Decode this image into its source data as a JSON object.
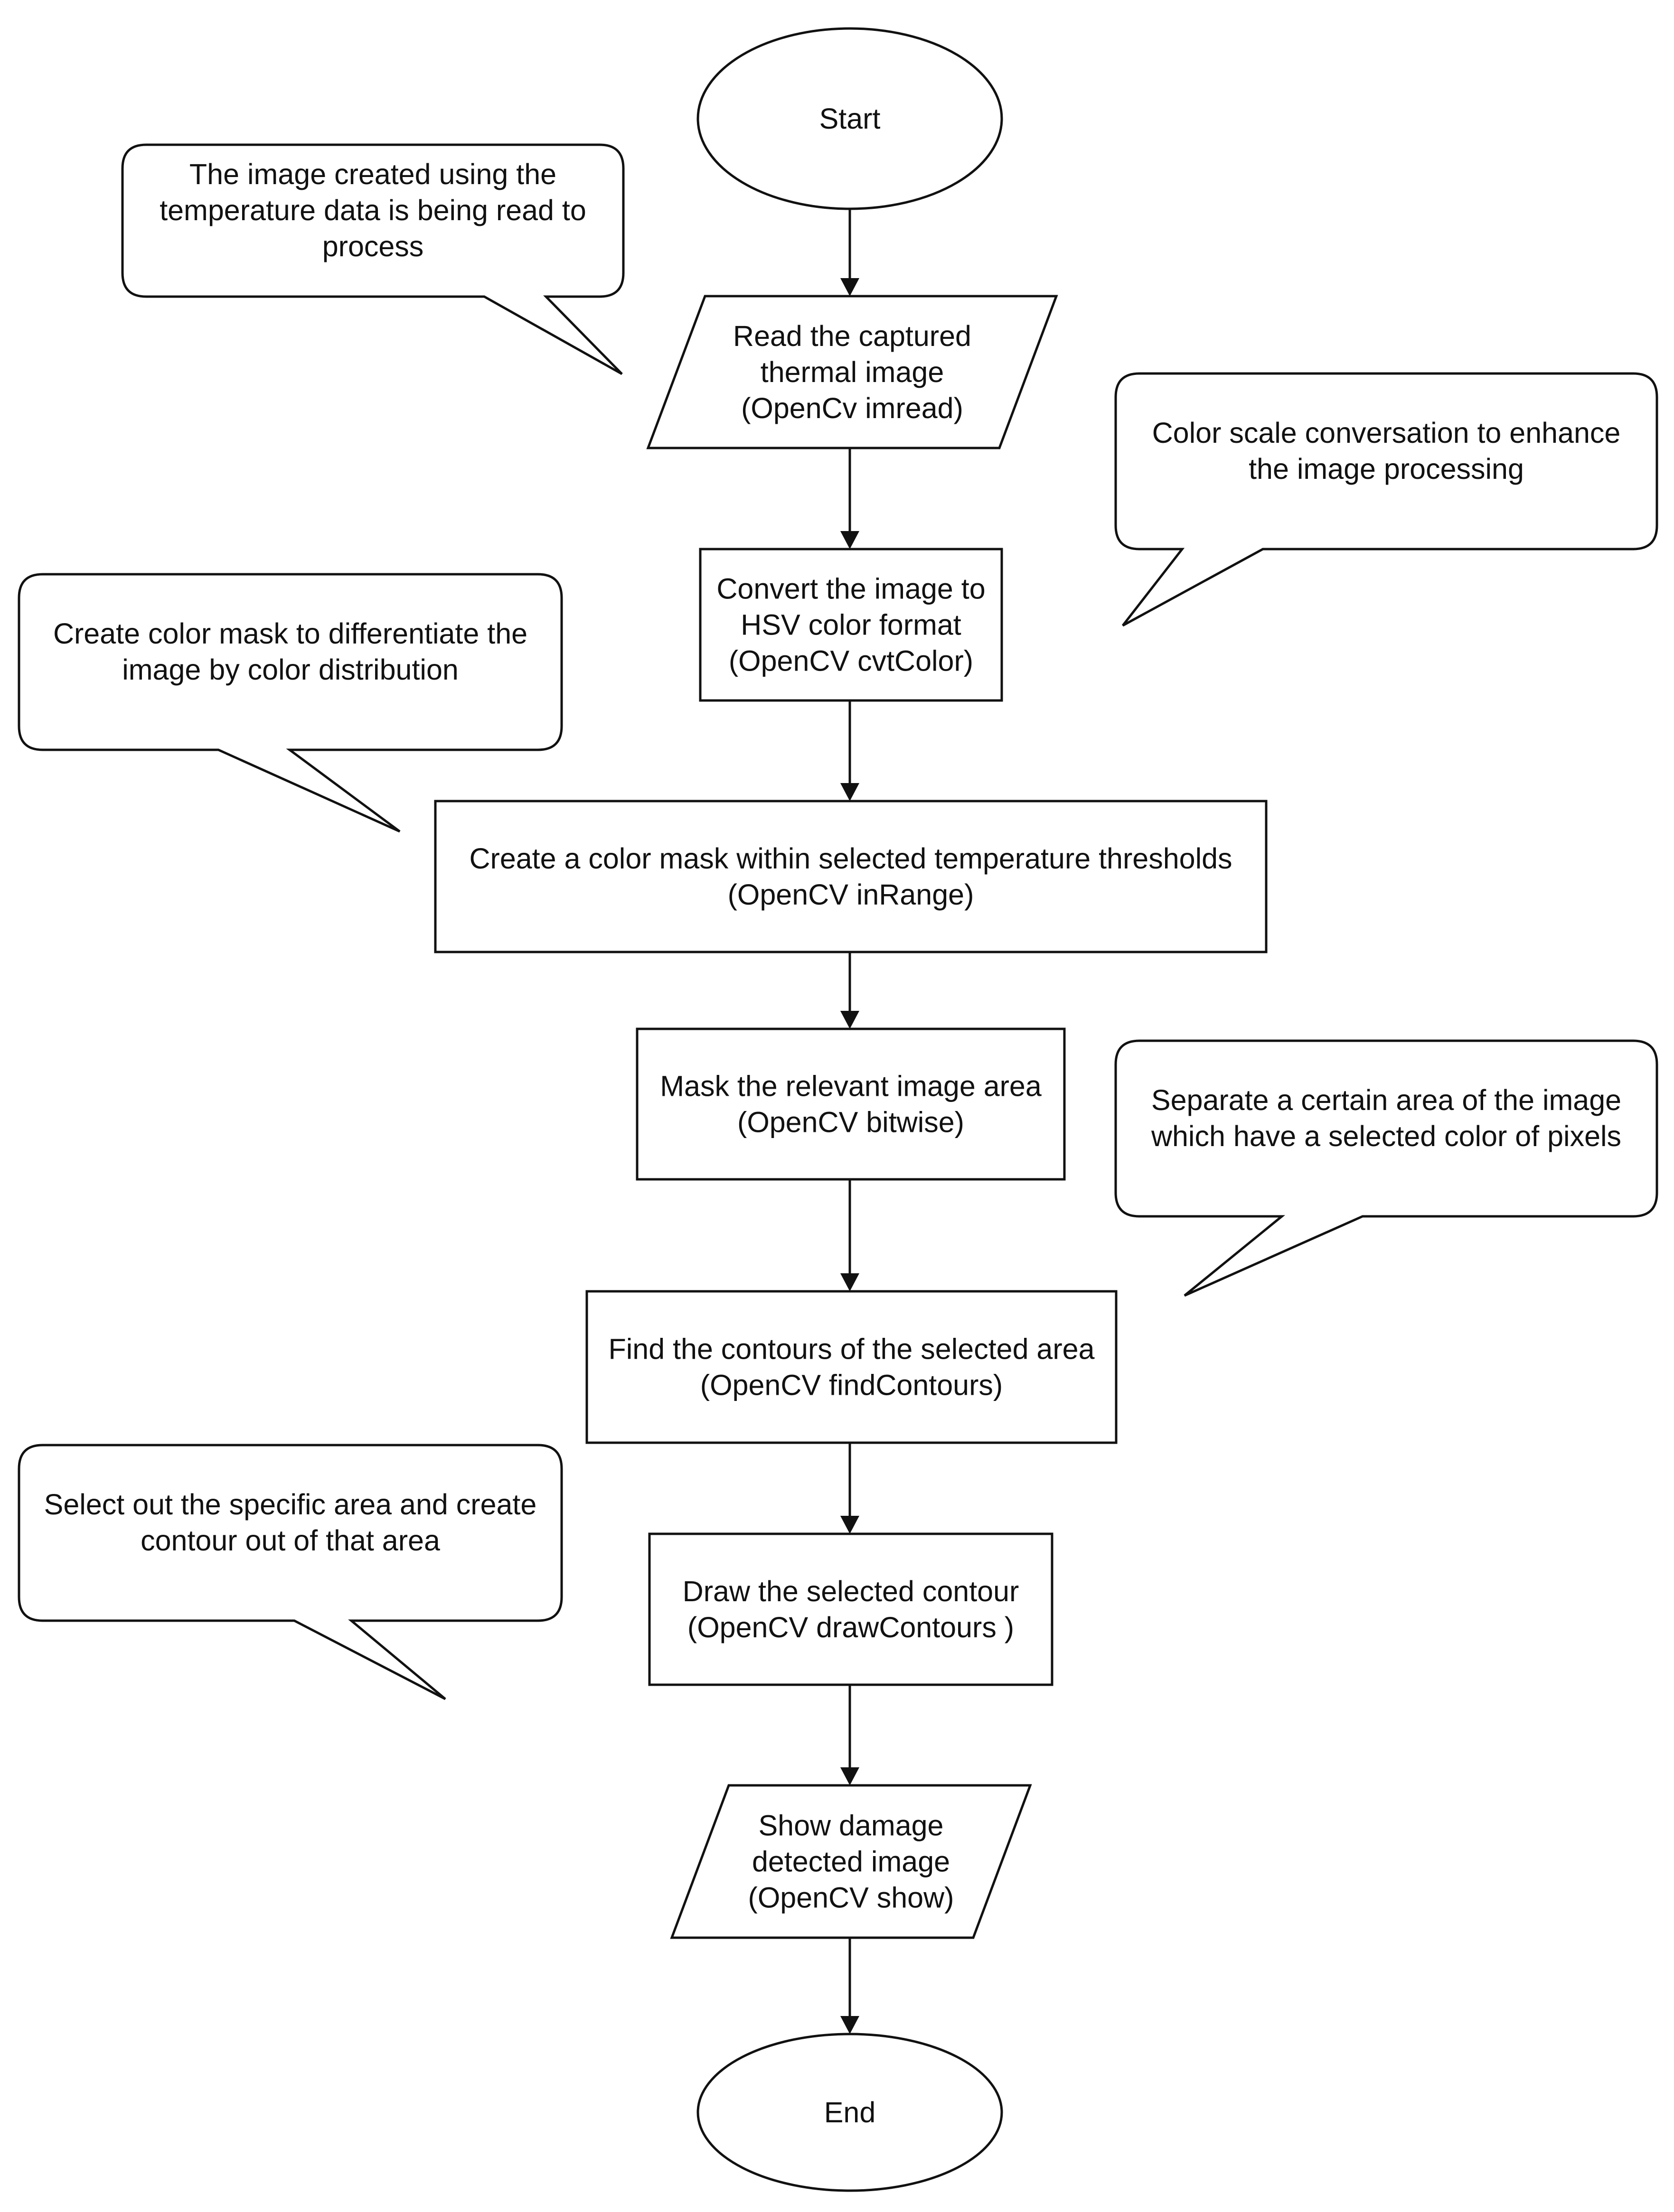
{
  "flowchart": {
    "nodes": [
      {
        "id": "start",
        "shape": "terminator",
        "lines": [
          "Start"
        ]
      },
      {
        "id": "read",
        "shape": "input-output",
        "lines": [
          "Read the captured",
          "thermal image",
          "(OpenCv imread)"
        ]
      },
      {
        "id": "convert",
        "shape": "process",
        "lines": [
          "Convert the image to",
          "HSV color format",
          "(OpenCV cvtColor)"
        ]
      },
      {
        "id": "mask-create",
        "shape": "process",
        "lines": [
          "Create a color mask within selected temperature thresholds",
          "(OpenCV inRange)"
        ]
      },
      {
        "id": "mask-area",
        "shape": "process",
        "lines": [
          "Mask the relevant image area",
          "(OpenCV bitwise)"
        ]
      },
      {
        "id": "contours",
        "shape": "process",
        "lines": [
          "Find the contours of the selected area",
          "(OpenCV findContours)"
        ]
      },
      {
        "id": "draw",
        "shape": "process",
        "lines": [
          "Draw the selected contour",
          "(OpenCV drawContours )"
        ]
      },
      {
        "id": "show",
        "shape": "input-output",
        "lines": [
          "Show damage",
          "detected image",
          "(OpenCV show)"
        ]
      },
      {
        "id": "end",
        "shape": "terminator",
        "lines": [
          "End"
        ]
      }
    ],
    "callouts": [
      {
        "id": "note-read",
        "target": "read",
        "lines": [
          "The image created using the",
          "temperature data is being read to",
          "process"
        ]
      },
      {
        "id": "note-convert",
        "target": "convert",
        "lines": [
          "Color scale conversation to enhance",
          "the image processing"
        ]
      },
      {
        "id": "note-mask",
        "target": "mask-create",
        "lines": [
          "Create color mask to differentiate the",
          "image by color distribution"
        ]
      },
      {
        "id": "note-separate",
        "target": "contours",
        "lines": [
          "Separate a certain area of the image",
          "which have a selected color of pixels"
        ]
      },
      {
        "id": "note-select",
        "target": "draw",
        "lines": [
          "Select out the specific area and create",
          "contour out of that area"
        ]
      }
    ],
    "edges": [
      [
        "start",
        "read"
      ],
      [
        "read",
        "convert"
      ],
      [
        "convert",
        "mask-create"
      ],
      [
        "mask-create",
        "mask-area"
      ],
      [
        "mask-area",
        "contours"
      ],
      [
        "contours",
        "draw"
      ],
      [
        "draw",
        "show"
      ],
      [
        "show",
        "end"
      ]
    ]
  }
}
